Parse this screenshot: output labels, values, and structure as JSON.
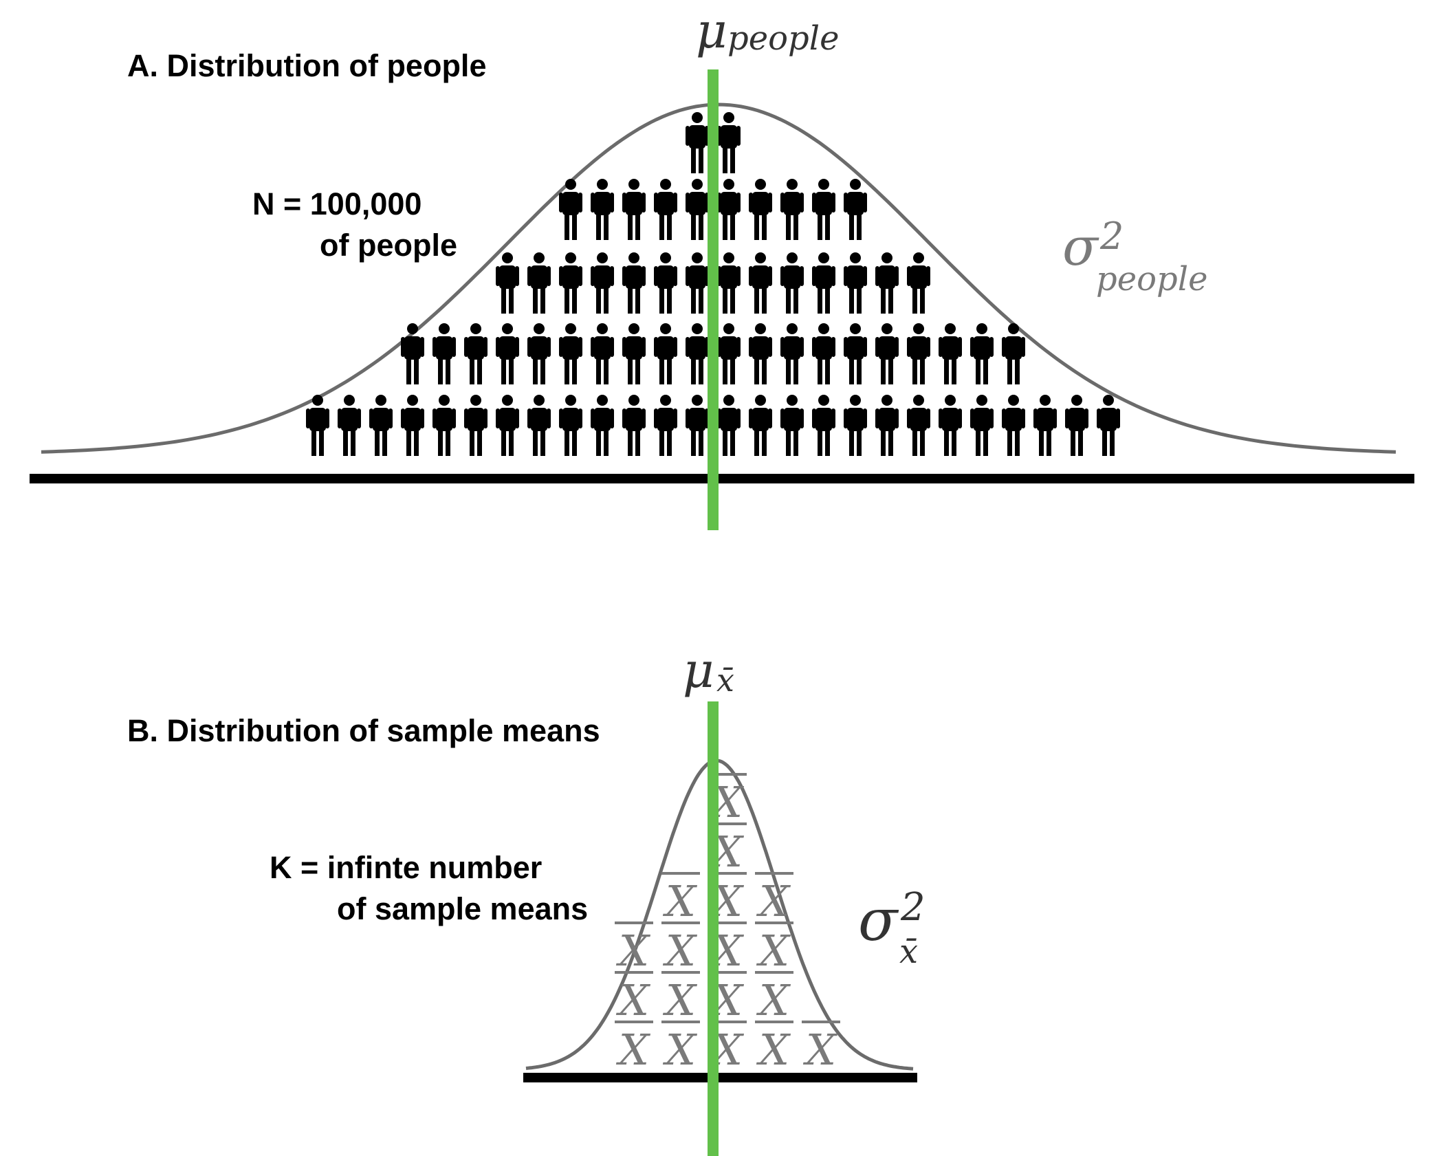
{
  "colors": {
    "mean_line": "#62c04a",
    "curve": "#6b6b6b",
    "baseline": "#000000",
    "people": "#000000",
    "xbar": "#7a7a7a"
  },
  "icons": {
    "person": "person-icon",
    "sample_mean": "x-bar-symbol"
  },
  "panel_a": {
    "title": "A. Distribution of people",
    "n_label_line1": "N = 100,000",
    "n_label_line2": "of people",
    "mu_symbol": "μ",
    "mu_subscript": "people",
    "sigma_symbol": "σ",
    "sigma_superscript": "2",
    "sigma_subscript": "people",
    "people_rows": [
      2,
      10,
      14,
      20,
      26
    ]
  },
  "panel_b": {
    "title": "B. Distribution of sample means",
    "k_label_line1": "K = infinte number",
    "k_label_line2": "of sample means",
    "mu_symbol": "μ",
    "mu_subscript": "x̄",
    "sigma_symbol": "σ",
    "sigma_superscript": "2",
    "sigma_subscript": "x̄",
    "xbar_symbol": "X",
    "xbar_columns": [
      3,
      4,
      6,
      4,
      1
    ]
  }
}
